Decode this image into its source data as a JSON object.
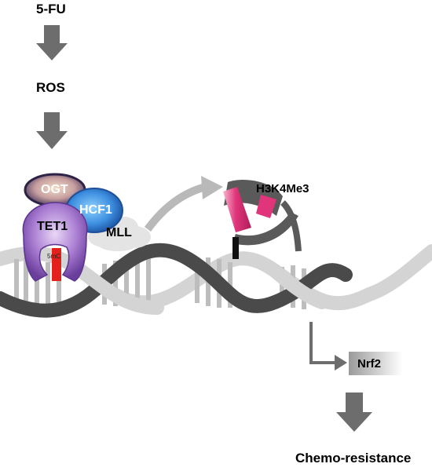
{
  "labels": {
    "fu5": "5-FU",
    "ros": "ROS",
    "ogt": "OGT",
    "hcf1": "HCF1",
    "tet1": "TET1",
    "mll": "MLL",
    "mark5mc": "5mC",
    "h3k4me3": "H3K4Me3",
    "nrf2": "Nrf2",
    "chemo": "Chemo-resistance"
  },
  "colors": {
    "arrow_gray": "#6d6d6d",
    "helix_dark": "#4a4a4a",
    "helix_light": "#d4d4d4",
    "ogt": "#4a3a5e",
    "hcf1": "#2f74c8",
    "tet1": "#9a70c4",
    "mll": "#e4e4e4",
    "nucleosome_pink": "#e0357a",
    "methyl_red": "#e3201c"
  }
}
